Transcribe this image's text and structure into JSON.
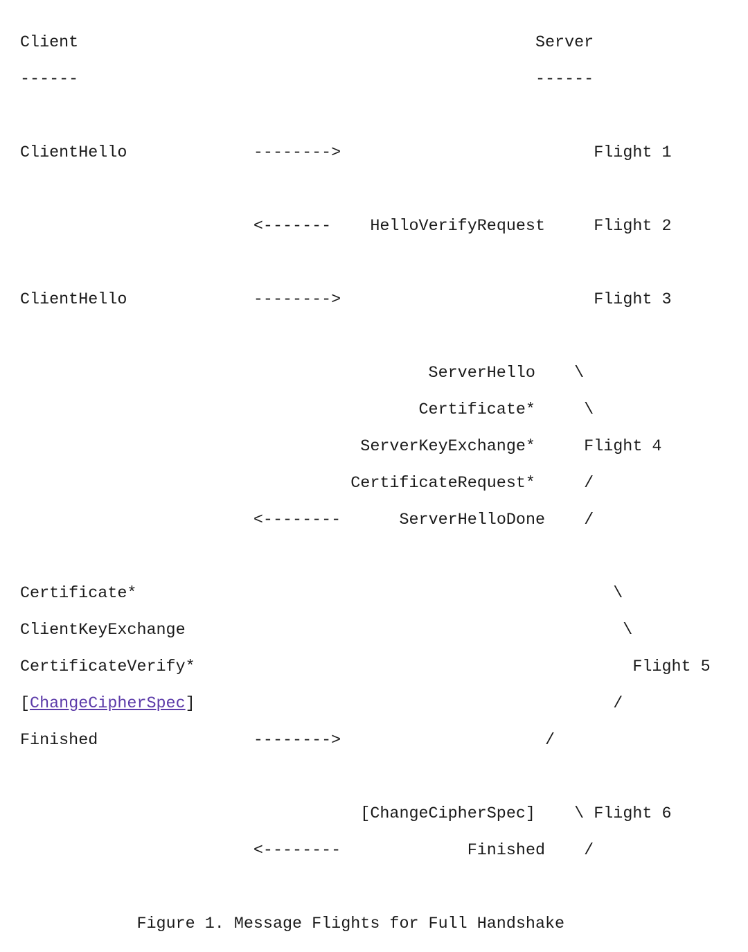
{
  "header": {
    "client_title": "Client",
    "client_rule": "------",
    "server_title": "Server",
    "server_rule": "------"
  },
  "flight1": {
    "client_msg": "ClientHello",
    "arrow": "-------->",
    "label": "Flight 1"
  },
  "flight2": {
    "arrow": "<-------",
    "server_msg": "HelloVerifyRequest",
    "label": "Flight 2"
  },
  "flight3": {
    "client_msg": "ClientHello",
    "arrow": "-------->",
    "label": "Flight 3"
  },
  "flight4": {
    "server_msgs": [
      "ServerHello",
      "Certificate*",
      "ServerKeyExchange*",
      "CertificateRequest*",
      "ServerHelloDone"
    ],
    "arrow": "<--------",
    "label": "Flight 4",
    "brace": [
      "\\",
      "\\",
      "",
      "/",
      "/"
    ]
  },
  "flight5": {
    "client_msgs": [
      "Certificate*",
      "ClientKeyExchange",
      "CertificateVerify*",
      "",
      "Finished"
    ],
    "ccs_open": "[",
    "ccs_link": "ChangeCipherSpec",
    "ccs_close": "]",
    "arrow": "-------->",
    "label": "Flight 5",
    "brace": [
      "\\",
      "\\",
      "",
      "/",
      "/"
    ]
  },
  "flight6": {
    "server_msgs": [
      "[ChangeCipherSpec]",
      "Finished"
    ],
    "arrow": "<--------",
    "label": "Flight 6",
    "brace": [
      "\\",
      "/"
    ]
  },
  "caption": "Figure 1. Message Flights for Full Handshake"
}
